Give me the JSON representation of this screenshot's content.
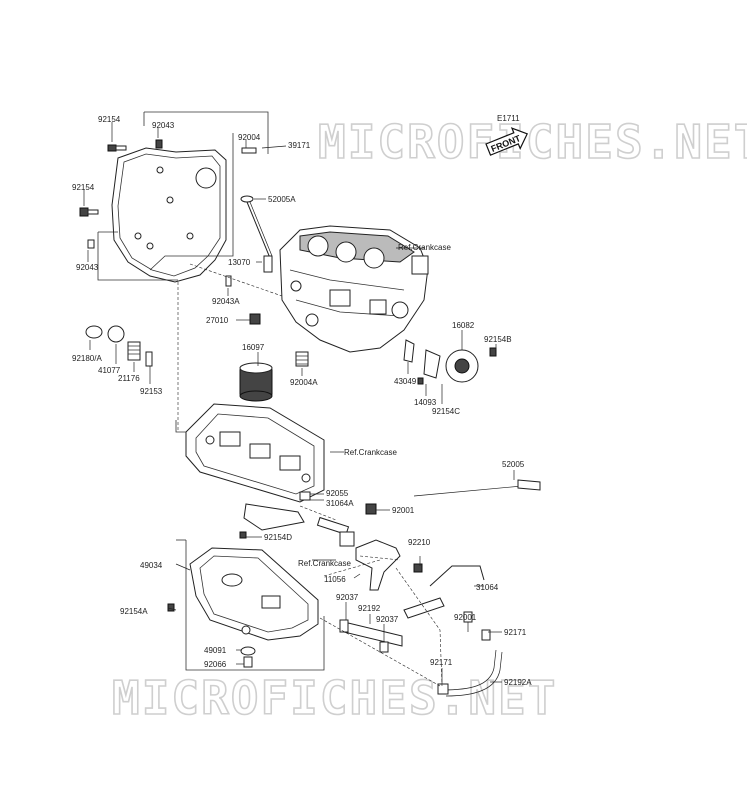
{
  "diagram": {
    "code": "E1711",
    "front_label": "FRONT",
    "watermark": "MICROFICHES.NET",
    "refs": {
      "crankcase_upper": "Ref.Crankcase",
      "crankcase_mid": "Ref.Crankcase",
      "crankcase_lower": "Ref.Crankcase"
    },
    "parts": {
      "p92154_top": "92154",
      "p92043_top": "92043",
      "p92004": "92004",
      "p39171": "39171",
      "p92154_left": "92154",
      "p52005A": "52005A",
      "p92043_left": "92043",
      "p13070": "13070",
      "p92043A": "92043A",
      "p27010": "27010",
      "p16082": "16082",
      "p92154B": "92154B",
      "p92180A": "92180/A",
      "p41077": "41077",
      "p21176": "21176",
      "p92153": "92153",
      "p16097": "16097",
      "p92004A": "92004A",
      "p43049": "43049",
      "p14093": "14093",
      "p92154C": "92154C",
      "p52005": "52005",
      "p92055": "92055",
      "p31064A": "31064A",
      "p92001_top": "92001",
      "p92154D": "92154D",
      "p92210": "92210",
      "p49034": "49034",
      "p11056": "11056",
      "p31064": "31064",
      "p92154A": "92154A",
      "p92037_left": "92037",
      "p92192": "92192",
      "p92037_right": "92037",
      "p92001_bottom": "92001",
      "p92171_right": "92171",
      "p49091": "49091",
      "p92066": "92066",
      "p92171_bottom": "92171",
      "p92192A": "92192A"
    }
  }
}
